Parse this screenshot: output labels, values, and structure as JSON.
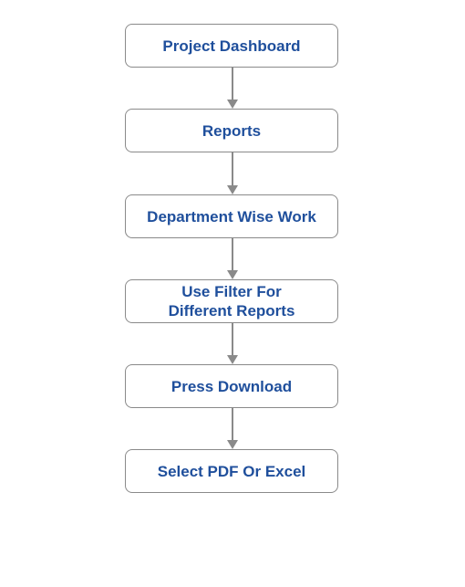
{
  "diagram": {
    "steps": [
      {
        "label": "Project Dashboard"
      },
      {
        "label": "Reports"
      },
      {
        "label": "Department Wise Work"
      },
      {
        "label": "Use Filter For\nDifferent Reports"
      },
      {
        "label": "Press Download"
      },
      {
        "label": "Select PDF Or Excel"
      }
    ]
  },
  "colors": {
    "text": "#1f4f9c",
    "border": "#8a8a8a",
    "arrow": "#8a8a8a",
    "background": "#ffffff"
  }
}
